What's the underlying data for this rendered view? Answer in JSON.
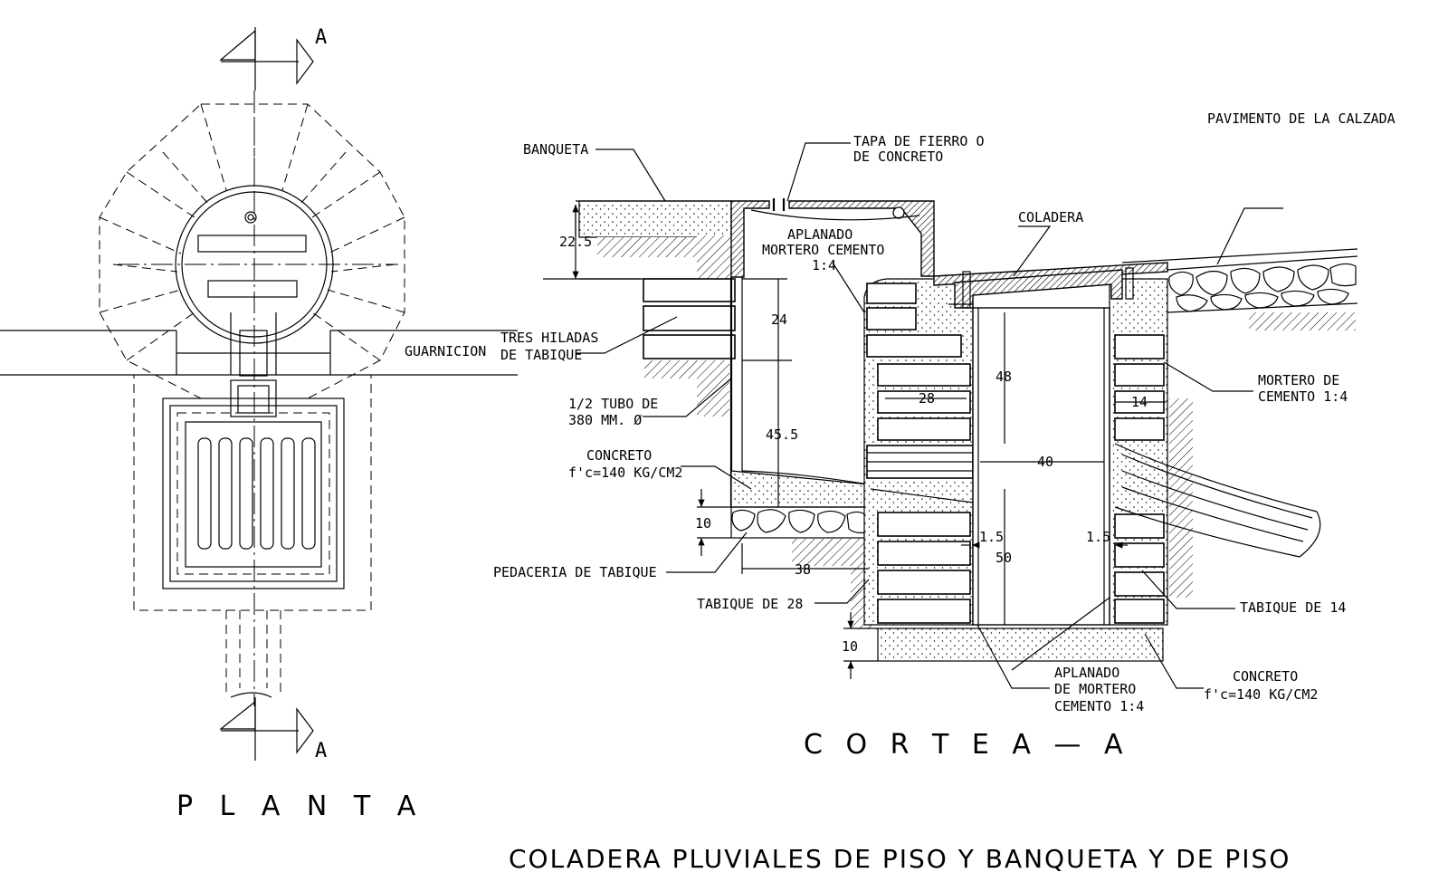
{
  "plan": {
    "section_mark_top": "A",
    "section_mark_bottom": "A",
    "guarnicion": "GUARNICION",
    "title": "P L A N T A"
  },
  "section": {
    "title": "C O R T E   A — A",
    "labels": {
      "banqueta": "BANQUETA",
      "tapa_1": "TAPA DE FIERRO O",
      "tapa_2": "DE CONCRETO",
      "aplanado_top_1": "APLANADO",
      "aplanado_top_2": "MORTERO CEMENTO",
      "aplanado_top_3": "1:4",
      "coladera": "COLADERA",
      "pavimento": "PAVIMENTO DE LA CALZADA",
      "tres_hiladas_1": "TRES HILADAS",
      "tres_hiladas_2": "DE TABIQUE",
      "tubo_1": "1/2 TUBO DE",
      "tubo_2": "380 MM. Ø",
      "concreto_1": "CONCRETO",
      "concreto_2": "f'c=140 KG/CM2",
      "pedaceria": "PEDACERIA DE TABIQUE",
      "tabique_28": "TABIQUE DE 28",
      "mortero_1": "MORTERO DE",
      "mortero_2": "CEMENTO 1:4",
      "tabique_14": "TABIQUE DE 14",
      "aplanado_bot_1": "APLANADO",
      "aplanado_bot_2": "DE MORTERO",
      "aplanado_bot_3": "CEMENTO 1:4",
      "concreto_b_1": "CONCRETO",
      "concreto_b_2": "f'c=140 KG/CM2"
    },
    "dimensions": {
      "d22_5": "22.5",
      "d24": "24",
      "d45_5": "45.5",
      "d10a": "10",
      "d38": "38",
      "d48": "48",
      "d28": "28",
      "d14": "14",
      "d40": "40",
      "d1_5a": "1.5",
      "d1_5b": "1.5",
      "d50": "50",
      "d10b": "10"
    }
  },
  "drawing_title": "COLADERA PLUVIALES DE PISO Y BANQUETA Y DE PISO"
}
